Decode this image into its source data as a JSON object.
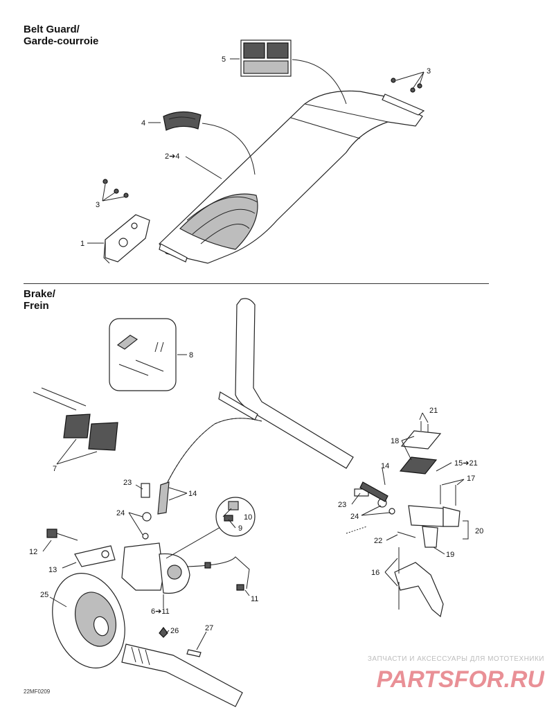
{
  "sections": {
    "belt_guard": {
      "title_line1": "Belt Guard/",
      "title_line2": "Garde-courroie"
    },
    "brake": {
      "title_line1": "Brake/",
      "title_line2": "Frein"
    }
  },
  "callouts": {
    "c5": "5",
    "c3a": "3",
    "c4": "4",
    "c2to4": "2➔4",
    "c3b": "3",
    "c1": "1",
    "c8": "8",
    "c7": "7",
    "c21": "21",
    "c18": "18",
    "c14a": "14",
    "c15to21": "15➔21",
    "c17": "17",
    "c23a": "23",
    "c24a": "24",
    "c20": "20",
    "c22": "22",
    "c19": "19",
    "c16": "16",
    "c23b": "23",
    "c14b": "14",
    "c24b": "24",
    "c10": "10",
    "c9": "9",
    "c12": "12",
    "c13": "13",
    "c25": "25",
    "c6to11": "6➔11",
    "c11": "11",
    "c26": "26",
    "c27": "27"
  },
  "footer": {
    "ref_code": "22MF0209"
  },
  "watermark": {
    "caption": "ЗАПЧАСТИ И АКСЕССУАРЫ ДЛЯ МОТОТЕХНИКИ",
    "logo": "PARTSFOR.RU"
  },
  "colors": {
    "line": "#222222",
    "watermark": "#e0626a",
    "watermark_caption": "#bdbdbd"
  }
}
